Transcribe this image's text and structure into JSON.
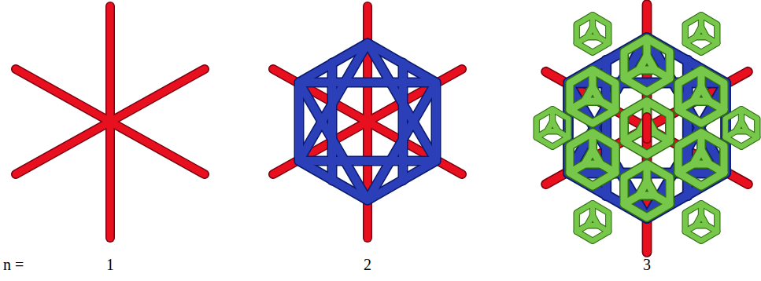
{
  "diagram": {
    "labels": [
      "n =",
      "1",
      "2",
      "3"
    ]
  }
}
